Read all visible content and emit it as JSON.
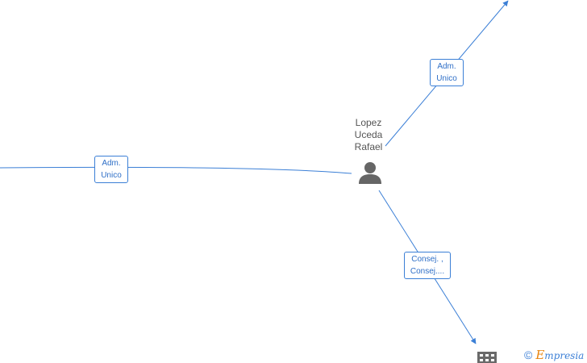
{
  "person": {
    "name_lines": [
      "Lopez",
      "Uceda",
      "Rafael"
    ]
  },
  "edges": [
    {
      "id": "left",
      "label_lines": [
        "Adm.",
        "Unico"
      ]
    },
    {
      "id": "upper-right",
      "label_lines": [
        "Adm.",
        "Unico"
      ]
    },
    {
      "id": "lower-right",
      "label_lines": [
        "Consej. ,",
        "Consej...."
      ]
    }
  ],
  "watermark": {
    "symbol": "©",
    "brand_first": "E",
    "brand_rest": "mpresia"
  },
  "colors": {
    "edge": "#3b7fd6",
    "node_icon": "#666666",
    "brand_accent": "#e8830c"
  },
  "icons": [
    "person-icon",
    "company-icon",
    "copyright-icon"
  ]
}
